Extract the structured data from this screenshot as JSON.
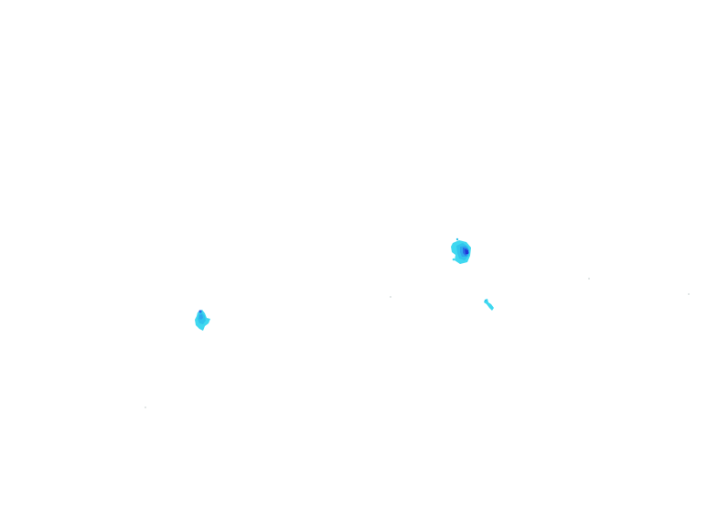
{
  "map": {
    "type": "precipitation-radar-overlay",
    "background": "#ffffff",
    "intensity_palette": [
      "#3fd8f0",
      "#31c4ec",
      "#2fa7ee",
      "#2a6fe6",
      "#2136d8"
    ],
    "echo_cells": [
      {
        "name": "east-echo-cell",
        "peak_intensity_level": 5
      },
      {
        "name": "west-echo-cell",
        "peak_intensity_level": 3
      },
      {
        "name": "southeast-echo-fragment",
        "peak_intensity_level": 1
      }
    ]
  }
}
